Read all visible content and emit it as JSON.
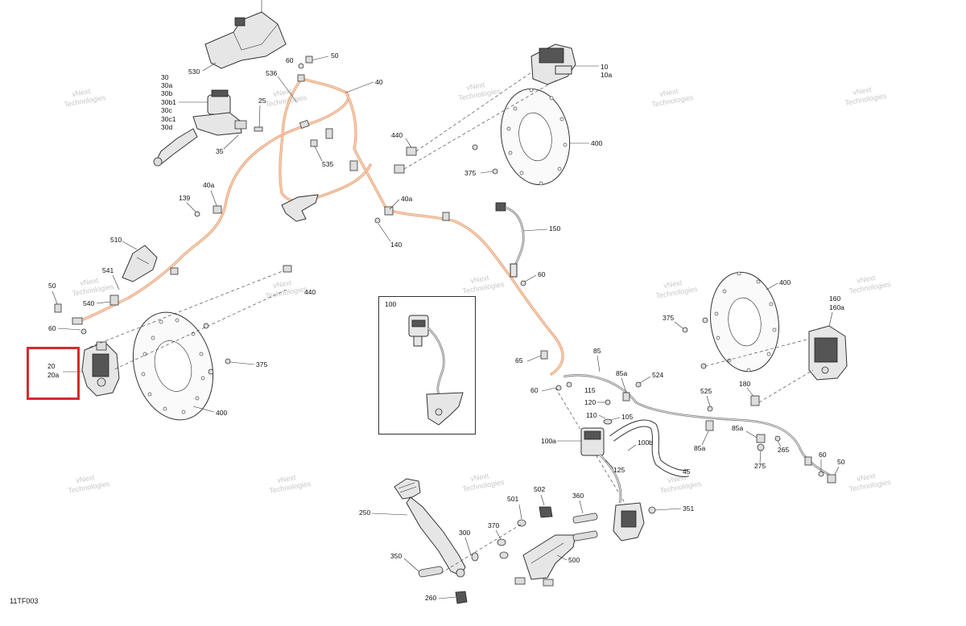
{
  "figure_id": "11TF003",
  "watermark": {
    "line1": "vNext",
    "line2": "Technologies"
  },
  "highlight_color": "#d62b2b",
  "hose_color": "#e8a479",
  "callouts": {
    "c530": "530",
    "c30": "30",
    "c30a": "30a",
    "c30b": "30b",
    "c30b1": "30b1",
    "c30c": "30c",
    "c30c1": "30c1",
    "c30d": "30d",
    "c25": "25",
    "c35": "35",
    "c60_top": "60",
    "c50_top": "50",
    "c536": "536",
    "c40": "40",
    "c535": "535",
    "c139": "139",
    "c40a_left": "40a",
    "c40a_mid": "40a",
    "c140": "140",
    "c510": "510",
    "c541": "541",
    "c540": "540",
    "c50_left": "50",
    "c60_left": "60",
    "c20": "20",
    "c20a": "20a",
    "c440_left": "440",
    "c375_left": "375",
    "c400_left": "400",
    "c100": "100",
    "c10": "10",
    "c10a": "10a",
    "c440_right": "440",
    "c400_top": "400",
    "c375_top": "375",
    "c150": "150",
    "c60_mid": "60",
    "c400_right": "400",
    "c375_right": "375",
    "c160": "160",
    "c160a": "160a",
    "c180": "180",
    "c65": "65",
    "c85": "85",
    "c85a_top": "85a",
    "c524": "524",
    "c60_low": "60",
    "c115": "115",
    "c120": "120",
    "c110": "110",
    "c105": "105",
    "c525": "525",
    "c85a_right": "85a",
    "c85a_low": "85a",
    "c265": "265",
    "c275": "275",
    "c60_right": "60",
    "c50_right": "50",
    "c100a": "100a",
    "c100b": "100b",
    "c125": "125",
    "c45": "45",
    "c250": "250",
    "c501": "501",
    "c502": "502",
    "c360": "360",
    "c351": "351",
    "c370": "370",
    "c300": "300",
    "c350": "350",
    "c500": "500",
    "c260": "260"
  }
}
